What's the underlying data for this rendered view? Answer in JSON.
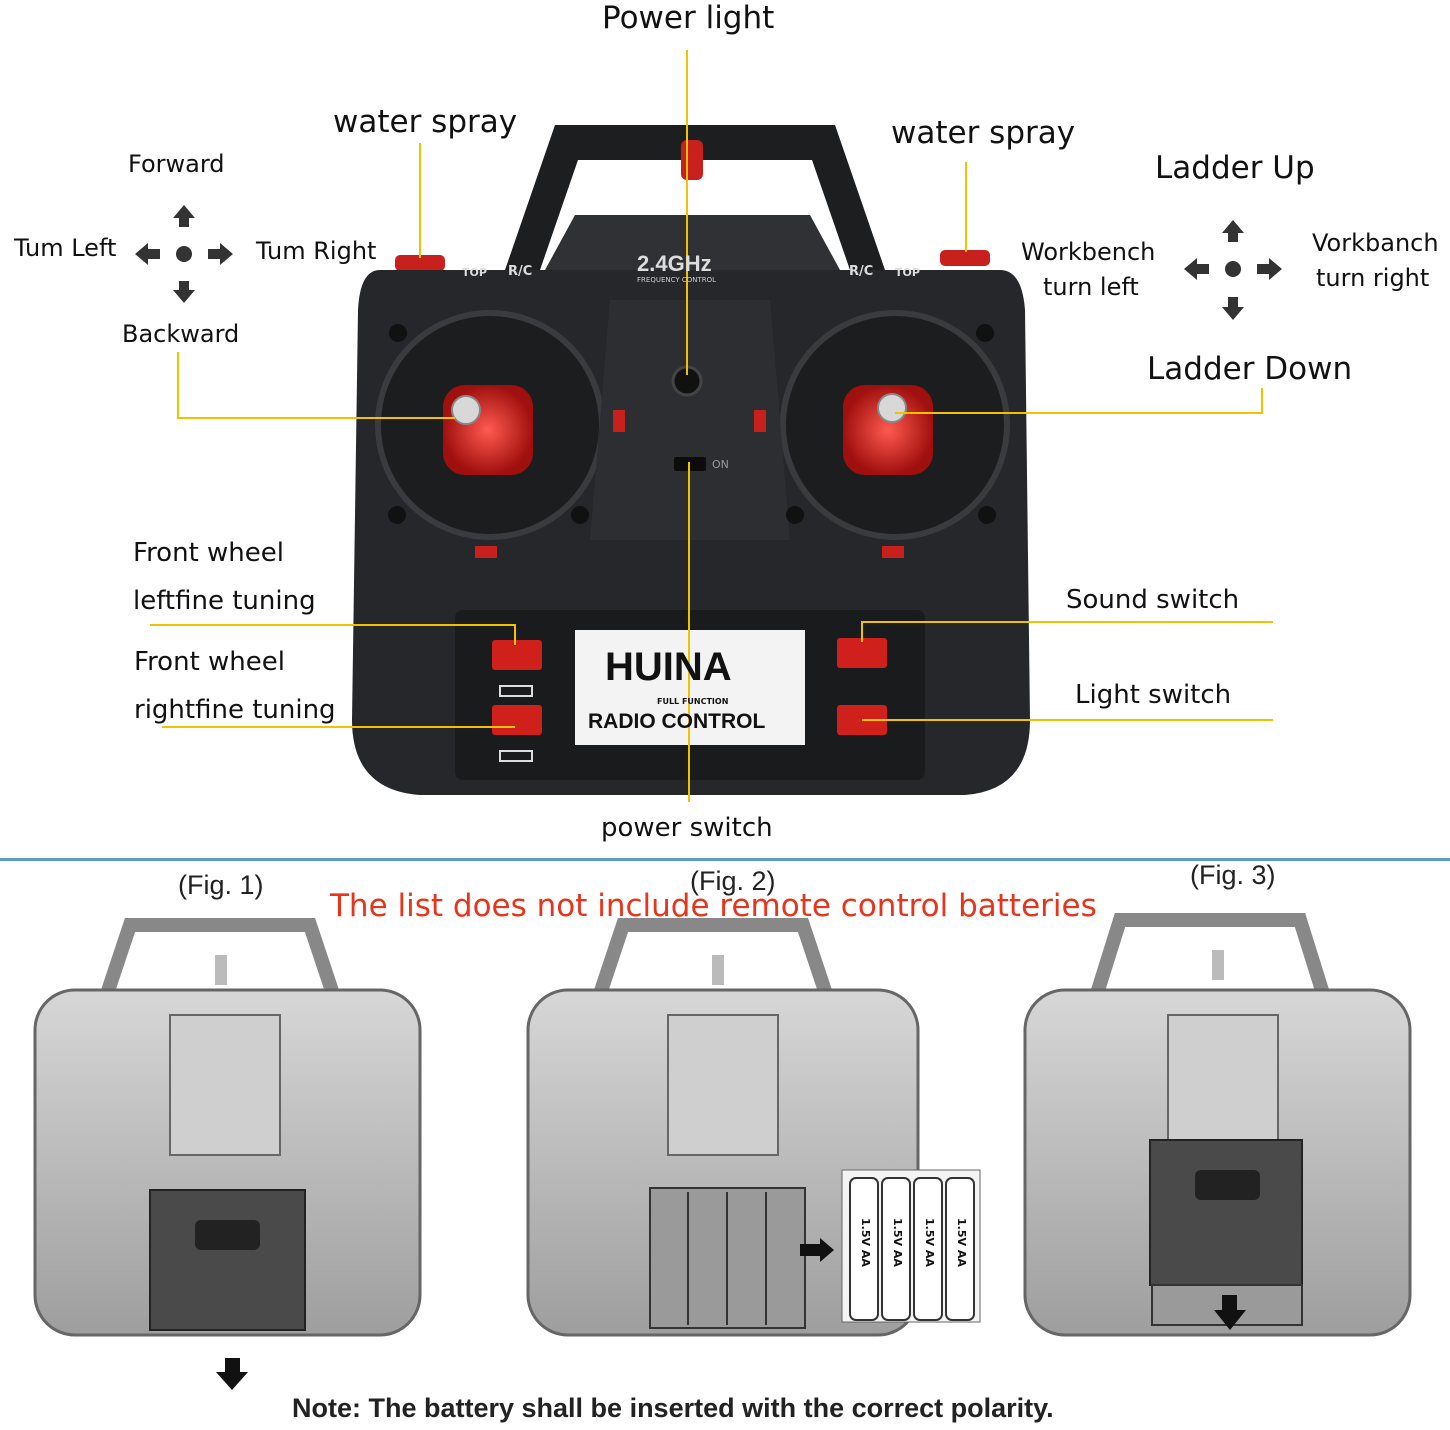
{
  "labels": {
    "power_light": "Power light",
    "water_spray_left": "water spray",
    "water_spray_right": "water spray",
    "forward": "Forward",
    "turn_left": "Tum Left",
    "turn_right": "Tum Right",
    "backward": "Backward",
    "ladder_up": "Ladder Up",
    "ladder_down": "Ladder Down",
    "workbench_left_1": "Workbench",
    "workbench_left_2": "turn left",
    "workbench_right_1": "Vorkbanch",
    "workbench_right_2": "turn right",
    "front_wheel_left_1": "Front wheel",
    "front_wheel_left_2": "leftfine tuning",
    "front_wheel_right_1": "Front wheel",
    "front_wheel_right_2": "rightfine tuning",
    "sound_switch": "Sound switch",
    "light_switch": "Light switch",
    "power_switch": "power switch"
  },
  "remote": {
    "band": "2.4GHz",
    "band_sub": "FREQUENCY CONTROL",
    "brand": "HUINA",
    "brand_sub": "FULL FUNCTION",
    "brand_main": "RADIO CONTROL",
    "top_label": "TOP",
    "rc_label": "R/C",
    "on_label": "ON"
  },
  "figures": {
    "fig1": "(Fig. 1)",
    "fig2": "(Fig. 2)",
    "fig3": "(Fig. 3)",
    "battery_label": "1.5V AA"
  },
  "warning": "The list does not include remote control batteries",
  "note": "Note: The battery shall be inserted with the correct polarity.",
  "colors": {
    "leader": "#f2c200",
    "body": "#26272a",
    "accent_red": "#d0201c",
    "warning": "#e8341c",
    "divider": "#5c9ad0"
  }
}
